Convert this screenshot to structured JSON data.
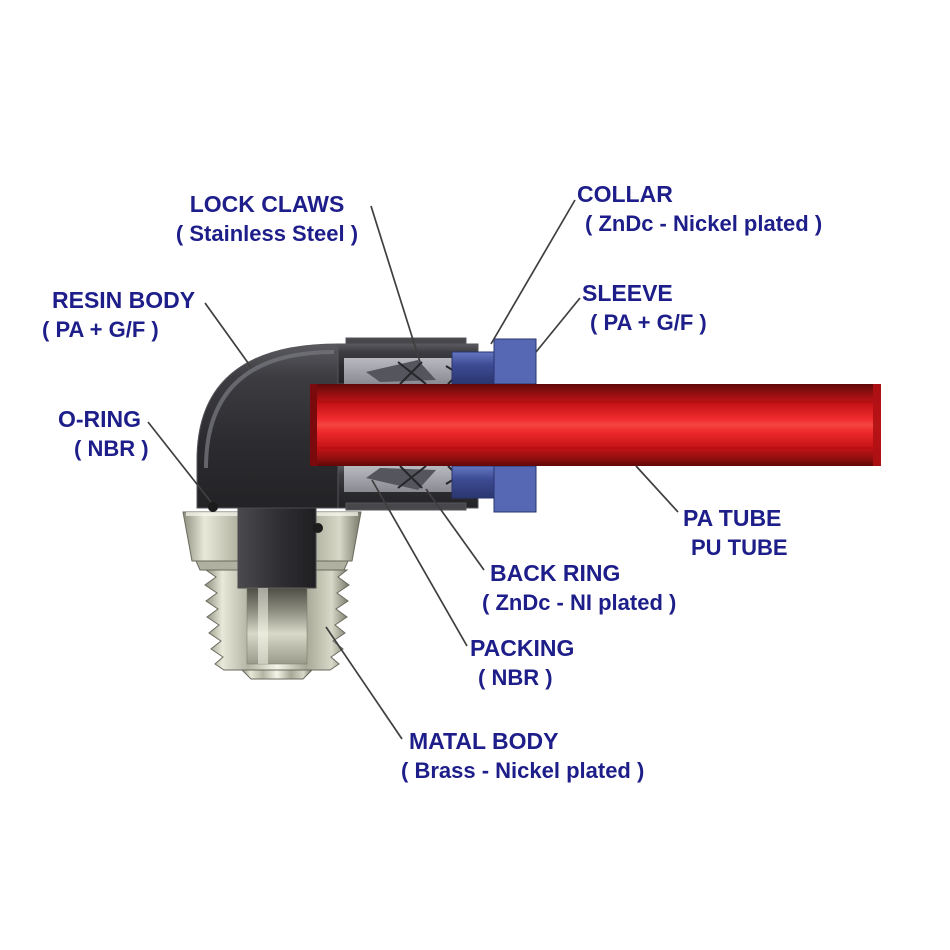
{
  "figure": {
    "labels": [
      {
        "name": "LOCK CLAWS",
        "detail": "( Stainless Steel )"
      },
      {
        "name": "COLLAR",
        "detail": "( ZnDc - Nickel plated )"
      },
      {
        "name": "SLEEVE",
        "detail": "( PA + G/F )"
      },
      {
        "name": "RESIN BODY",
        "detail": "( PA + G/F )"
      },
      {
        "name": "O-RING",
        "detail": "( NBR )"
      },
      {
        "name": "PA TUBE",
        "detail": "PU TUBE"
      },
      {
        "name": "BACK RING",
        "detail": "( ZnDc - NI plated )"
      },
      {
        "name": "PACKING",
        "detail": "( NBR )"
      },
      {
        "name": "MATAL BODY",
        "detail": "( Brass - Nickel plated )"
      }
    ],
    "colors": {
      "label_text": "#1e1e8a",
      "leader_line": "#3f3f3f",
      "tube_red": "#e8191d",
      "body_dark": "#39393d",
      "collar_blue": "#3d4c94",
      "sleeve_blue": "#5668b4",
      "metal_light": "#e8e8da"
    }
  }
}
